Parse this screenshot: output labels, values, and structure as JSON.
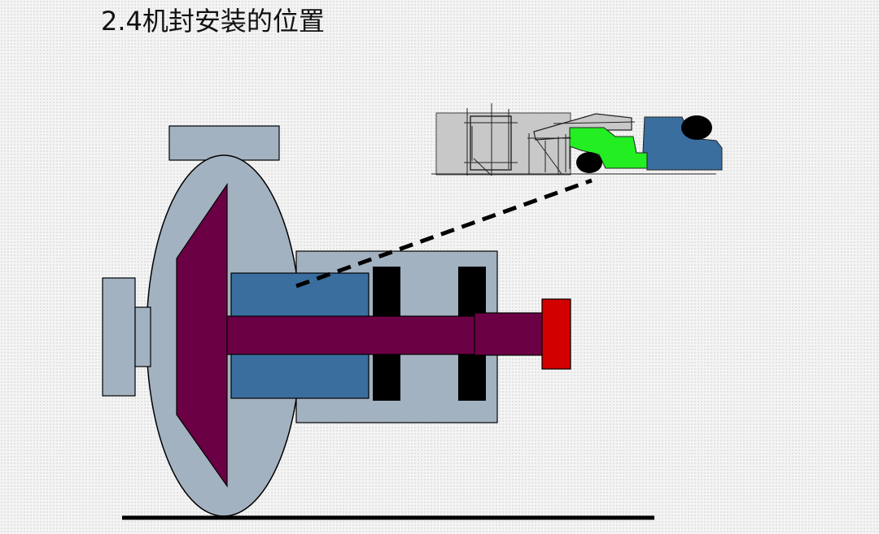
{
  "slide": {
    "title": "2.4机封安装的位置"
  },
  "colors": {
    "casing_gray": "#a3b2c1",
    "impeller_maroon": "#6b0044",
    "seal_blue": "#3a6e9f",
    "bearing_black": "#000000",
    "coupling_red": "#d30000",
    "elastomer_green": "#22ee22",
    "detail_gray": "#c8c8c8",
    "ground_line": "#000000"
  },
  "icons": {
    "pump": "centrifugal-pump-diagram",
    "seal_detail": "mechanical-seal-cross-section"
  }
}
